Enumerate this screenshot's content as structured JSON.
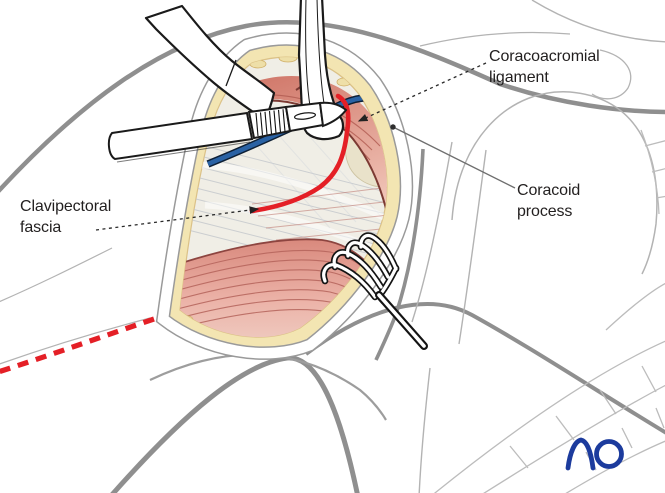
{
  "labels": {
    "coracoacromial": {
      "text": "Coracoacromial ligament"
    },
    "coracoid": {
      "text": "Coracoid process"
    },
    "clavipectoral": {
      "text": "Clavipectoral fascia"
    }
  },
  "logo": {
    "text": "AO",
    "color": "#1c3b9d"
  },
  "colors": {
    "incision_red": "#e41f26",
    "vein_blue": "#2a62a4",
    "vein_outline": "#0e2036",
    "fat_yellow": "#f3e5b2",
    "muscle_pink": "#dc958a",
    "outline_gray": "#8f8f8f",
    "label_text": "#221f1f"
  }
}
